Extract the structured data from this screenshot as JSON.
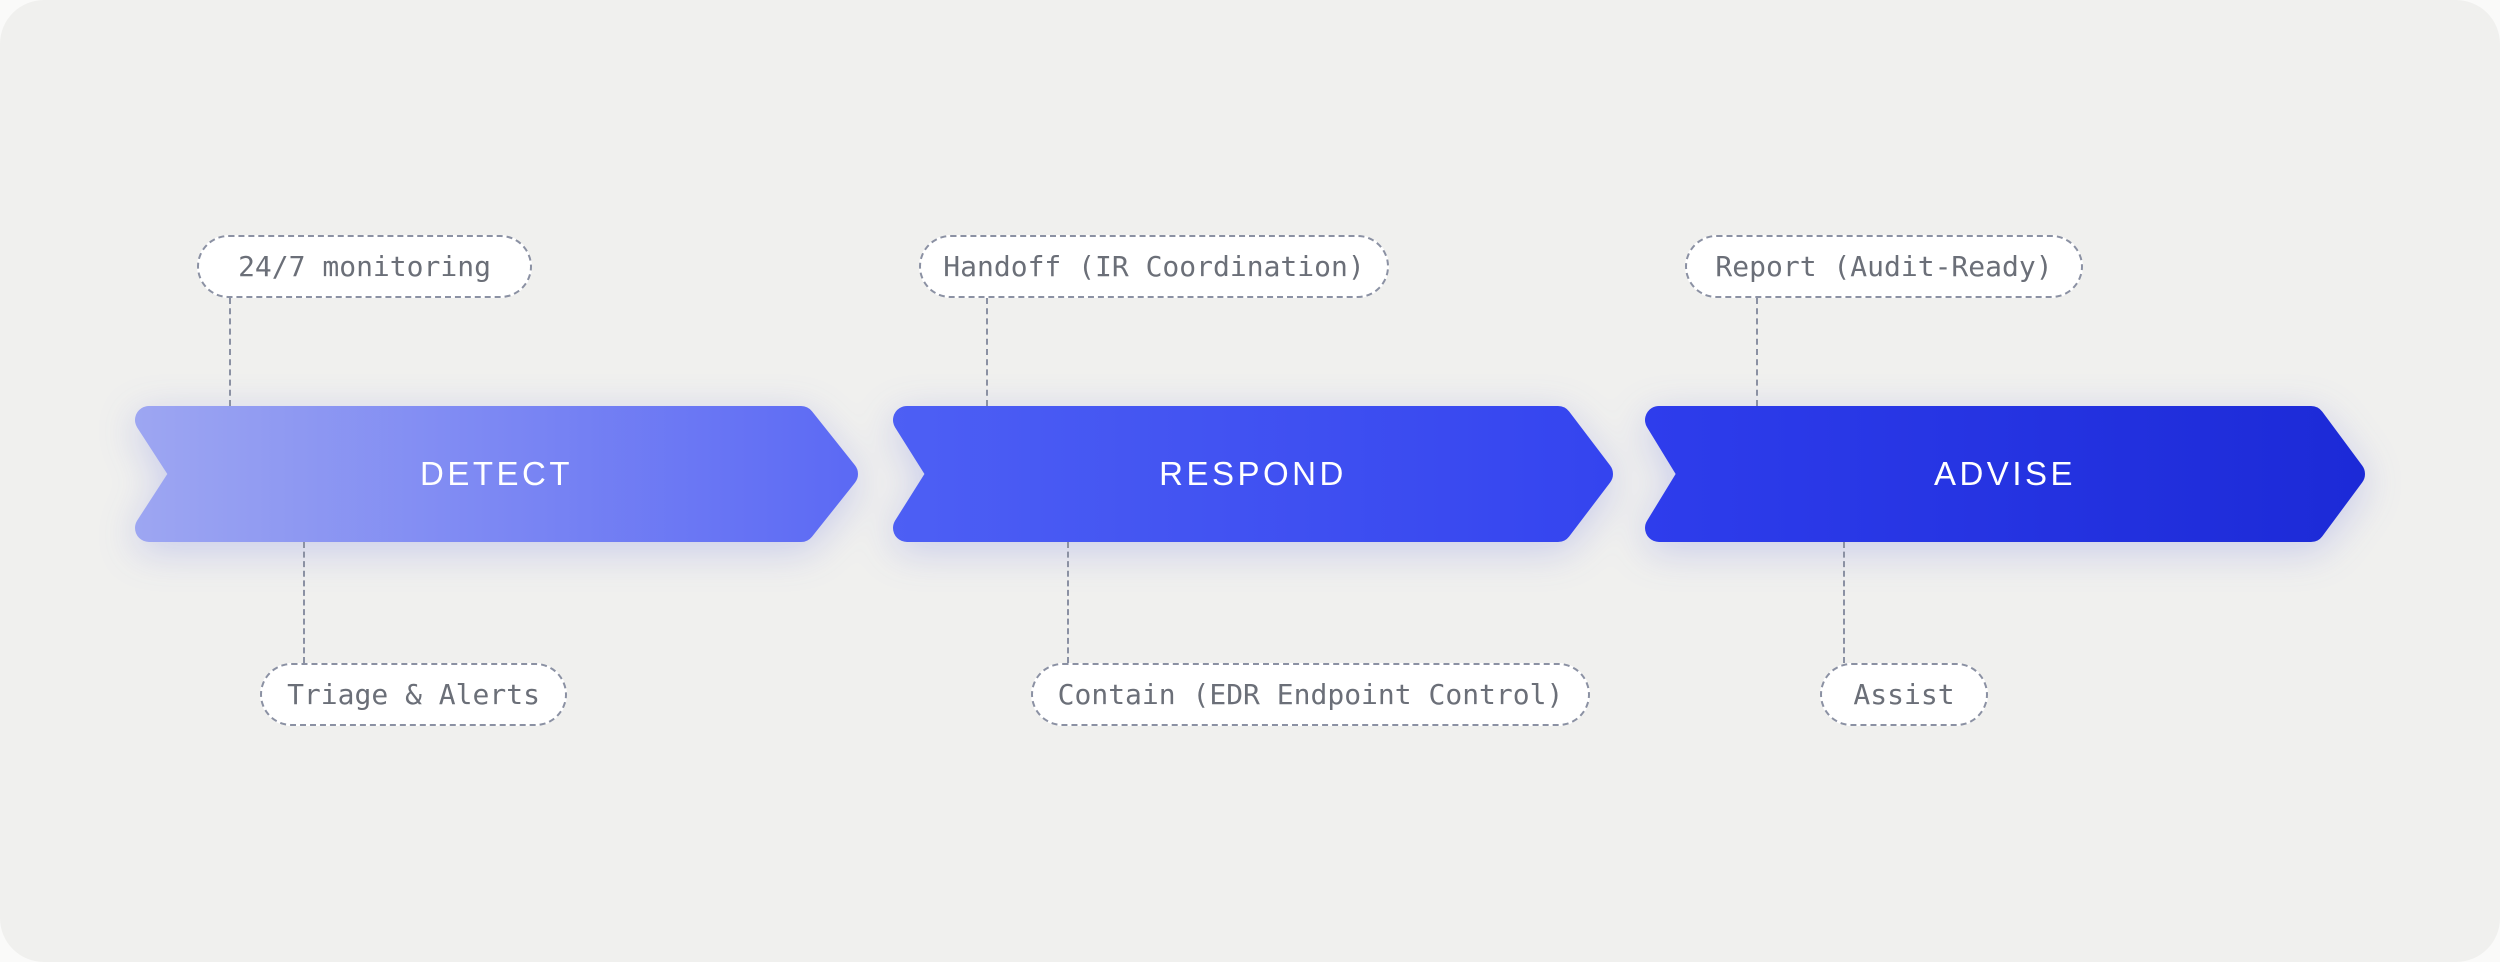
{
  "stages": [
    {
      "label": "DETECT",
      "top_callout": "24/7 monitoring",
      "bottom_callout": "Triage & Alerts",
      "gradient": [
        "#9da6f2",
        "#5b69f4"
      ]
    },
    {
      "label": "RESPOND",
      "top_callout": "Handoff (IR Coordination)",
      "bottom_callout": "Contain (EDR Endpoint Control)",
      "gradient": [
        "#4d5ff4",
        "#3444ef"
      ]
    },
    {
      "label": "ADVISE",
      "top_callout": "Report (Audit-Ready)",
      "bottom_callout": "Assist",
      "gradient": [
        "#2e3dec",
        "#1c2ad7"
      ]
    }
  ],
  "colors": {
    "canvas_bg": "#f0f0ee",
    "page_bg": "#fafaf9",
    "pill_bg": "#ffffff",
    "pill_border": "#8b91a3",
    "pill_text": "#6b6f78",
    "label_text": "#ffffff",
    "connector": "#8b91a3"
  }
}
